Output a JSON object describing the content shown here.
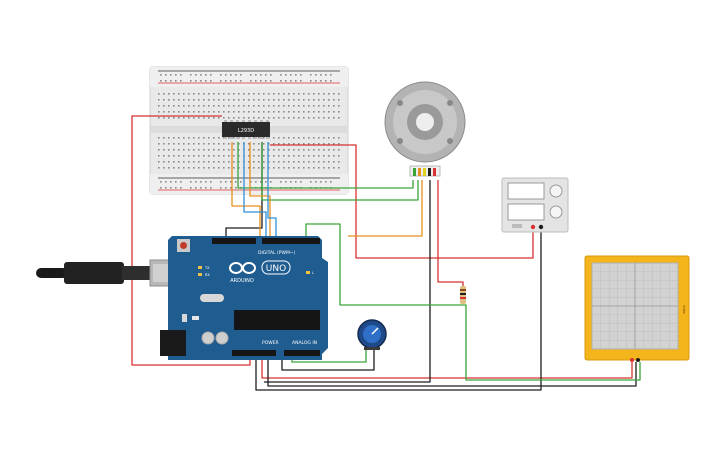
{
  "board": {
    "brand": "ARDUINO",
    "model": "UNO",
    "digital_header": "DIGITAL (PWM~)",
    "power_header": "POWER",
    "analog_header": "ANALOG IN",
    "tx": "TX",
    "rx": "RX",
    "l_led": "L"
  },
  "driver_chip": {
    "label": "L293D"
  },
  "oscilloscope": {
    "side_label": "Volts"
  },
  "colors": {
    "board": "#1f5c8f",
    "breadboard": "#e9e9e9",
    "wire_red": "#d83232",
    "wire_black": "#1e1e1e",
    "wire_green": "#3aa33a",
    "wire_orange": "#e8901e",
    "wire_blue": "#2f8fd8",
    "scope_frame": "#f3b41c"
  },
  "icons": [
    "usb-cable-icon",
    "reset-button-icon",
    "dc-motor-icon",
    "potentiometer-icon",
    "resistor-icon",
    "power-supply-icon",
    "oscilloscope-icon"
  ]
}
